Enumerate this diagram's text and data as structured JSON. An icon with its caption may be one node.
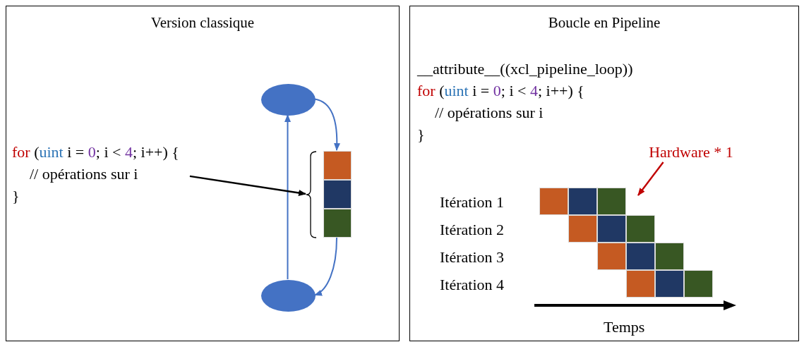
{
  "diagram": {
    "nodes": [
      {
        "text": [
          "Version classique"
        ]
      },
      {
        "text": [
          "for (uint i = 0; i < 4; i++) {",
          "// opérations sur i",
          "}"
        ],
        "in": 0
      },
      {
        "text": [],
        "shape": "ellipse",
        "in": 0
      },
      {
        "text": [],
        "shape": "box",
        "in": 0
      },
      {
        "text": [],
        "shape": "ellipse",
        "in": 0
      },
      {
        "text": [
          "Boucle en Pipeline"
        ]
      },
      {
        "text": [
          "__attribute__((xcl_pipeline_loop))",
          "for (uint i = 0; i < 4; i++) {",
          "// opérations sur i",
          "}"
        ],
        "in": 5
      },
      {
        "text": [
          "Hardware * 1"
        ],
        "in": 5
      }
    ],
    "edges": [
      {
        "from": 4,
        "to": 2,
        "arrow": "to"
      },
      {
        "from": 2,
        "to": 3,
        "arrow": "to"
      },
      {
        "from": 3,
        "to": 4,
        "arrow": "to"
      },
      {
        "from": 1,
        "to": 3,
        "arrow": "to",
        "color": "#000000"
      },
      {
        "from": 7,
        "to": null,
        "arrow": "to",
        "color": "#c00000"
      }
    ],
    "labels": [
      "Itération 1",
      "Itération 2",
      "Itération 3",
      "Itération 4",
      "Temps"
    ]
  }
}
